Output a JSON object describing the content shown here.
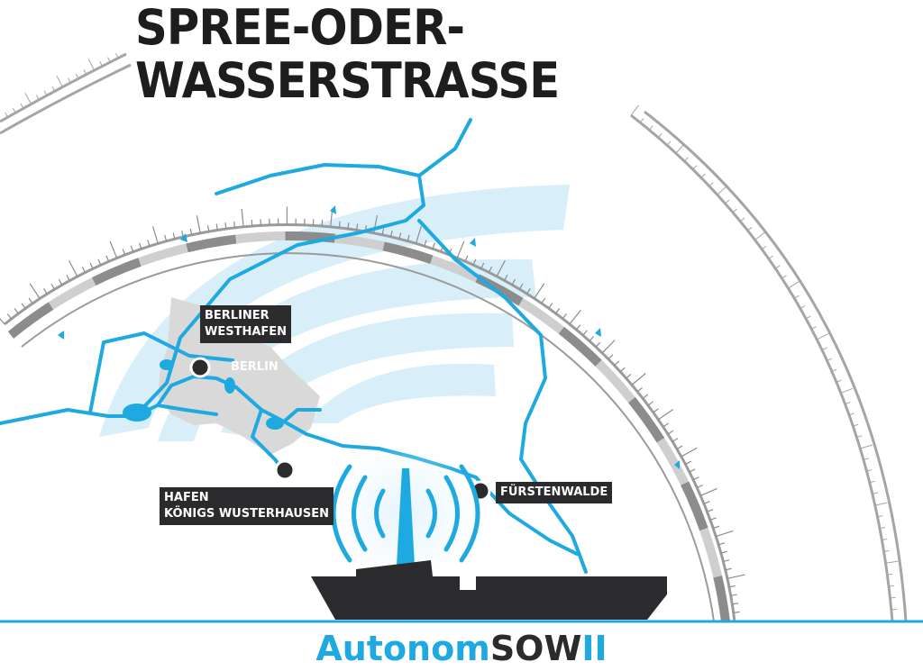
{
  "title": {
    "line1": "SPREE-ODER-",
    "line2": "WASSERSTRASSE"
  },
  "places": {
    "westhafen": [
      "BERLINER",
      "WESTHAFEN"
    ],
    "berlin": "BERLIN",
    "koenigs_wusterhausen": [
      "HAFEN",
      "KÖNIGS WUSTERHAUSEN"
    ],
    "fuerstenwalde": "FÜRSTENWALDE"
  },
  "brand": {
    "part1": "Autonom",
    "part2": "SOW",
    "part3": "II"
  },
  "colors": {
    "river": "#1fa9e1",
    "dark": "#2b2b2d",
    "scale_gray": "#9b9b9b",
    "signal_light": "#cbe9f7",
    "berlin_area": "#d9d9d9"
  },
  "icons": {
    "ship": "cargo-ship-icon",
    "antenna": "antenna-signal-icon",
    "location": "location-dot-icon"
  }
}
